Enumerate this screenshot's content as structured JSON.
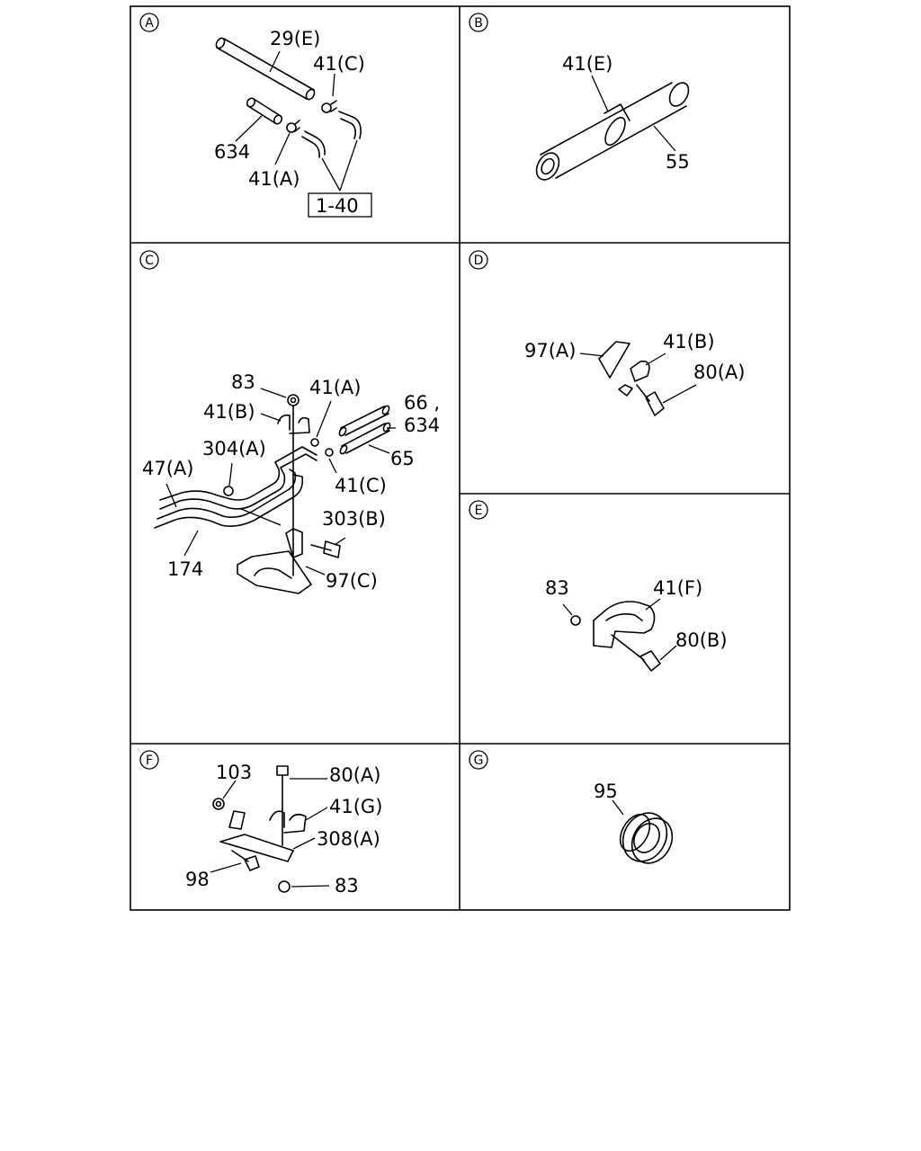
{
  "panels": [
    {
      "letter": "A",
      "labels": [
        "29(E)",
        "41(C)",
        "634",
        "41(A)",
        "1-40"
      ]
    },
    {
      "letter": "B",
      "labels": [
        "41(E)",
        "55"
      ]
    },
    {
      "letter": "C",
      "labels": [
        "83",
        "41(A)",
        "66 ,",
        "634",
        "41(B)",
        "304(A)",
        "47(A)",
        "65",
        "41(C)",
        "303(B)",
        "174",
        "97(C)"
      ]
    },
    {
      "letter": "D",
      "labels": [
        "97(A)",
        "41(B)",
        "80(A)"
      ]
    },
    {
      "letter": "E",
      "labels": [
        "83",
        "41(F)",
        "80(B)"
      ]
    },
    {
      "letter": "F",
      "labels": [
        "103",
        "80(A)",
        "41(G)",
        "308(A)",
        "98",
        "83"
      ]
    },
    {
      "letter": "G",
      "labels": [
        "95"
      ]
    }
  ]
}
